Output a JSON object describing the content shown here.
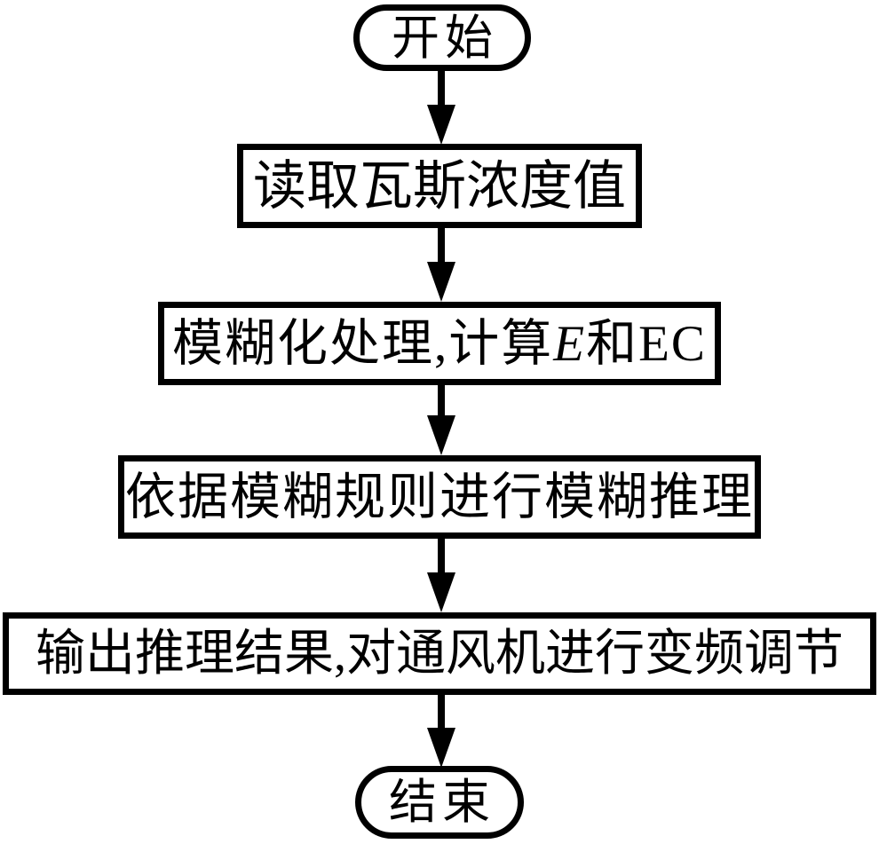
{
  "flowchart": {
    "colors": {
      "background": "#ffffff",
      "stroke": "#000000",
      "text": "#000000"
    },
    "nodes": {
      "start": {
        "type": "terminal",
        "label": "开始"
      },
      "step1": {
        "type": "process",
        "label": "读取瓦斯浓度值"
      },
      "step2": {
        "type": "process",
        "label_prefix": "模糊化处理,计算",
        "label_italic": "E",
        "label_suffix": "和EC"
      },
      "step3": {
        "type": "process",
        "label": "依据模糊规则进行模糊推理"
      },
      "step4": {
        "type": "process",
        "label": "输出推理结果,对通风机进行变频调节"
      },
      "end": {
        "type": "terminal",
        "label": "结束"
      }
    },
    "edges": [
      {
        "from": "start",
        "to": "step1"
      },
      {
        "from": "step1",
        "to": "step2"
      },
      {
        "from": "step2",
        "to": "step3"
      },
      {
        "from": "step3",
        "to": "step4"
      },
      {
        "from": "step4",
        "to": "end"
      }
    ]
  }
}
